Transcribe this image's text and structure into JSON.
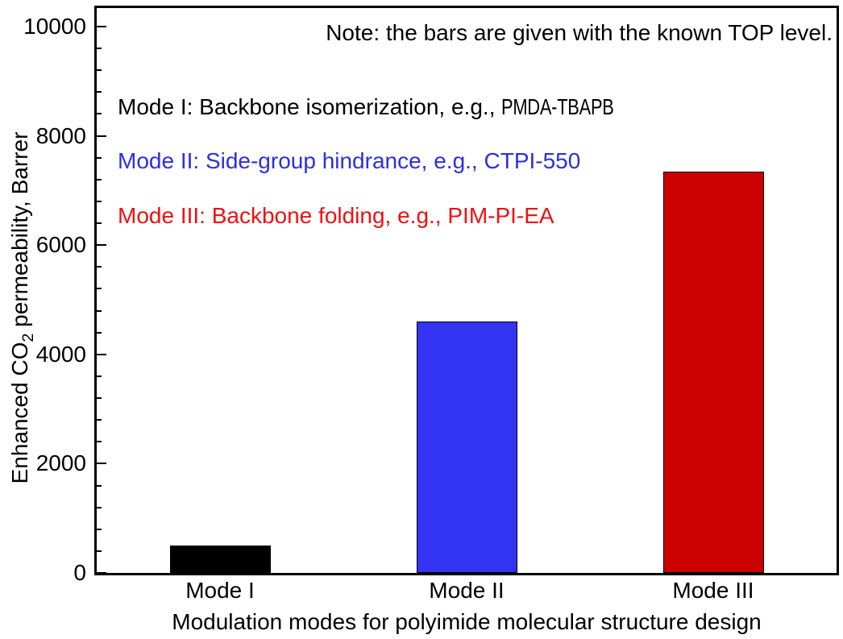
{
  "chart_data": {
    "type": "bar",
    "title": "",
    "note": "Note: the bars are given with the known TOP level.",
    "categories": [
      "Mode I",
      "Mode II",
      "Mode III"
    ],
    "values": [
      500,
      4600,
      7350
    ],
    "bar_colors": [
      "#000000",
      "#3333F2",
      "#CC0000"
    ],
    "bar_border_color": "#000000",
    "xlabel": "Modulation modes for polyimide molecular structure design",
    "ylabel": {
      "pre": "Enhanced CO",
      "sub": "2",
      "post": " permeability, Barrer"
    },
    "ylim": [
      0,
      10400
    ],
    "yticks_major": [
      0,
      2000,
      4000,
      6000,
      8000,
      10000
    ],
    "minor_tick_step": 400,
    "grid": "off",
    "legend": "none",
    "axis_color": "#000000",
    "annotations": [
      {
        "text": "Mode I: Backbone isomerization, e.g., ",
        "example": "PMDA-TBAPB",
        "color": "#000000",
        "example_condensed": true
      },
      {
        "text": "Mode II: Side-group hindrance, e.g., ",
        "example": "CTPI-550",
        "color": "#2E2EDF",
        "example_condensed": false
      },
      {
        "text": "Mode III: Backbone folding, e.g., ",
        "example": "PIM-PI-EA",
        "color": "#EE1111",
        "example_condensed": false
      }
    ]
  }
}
